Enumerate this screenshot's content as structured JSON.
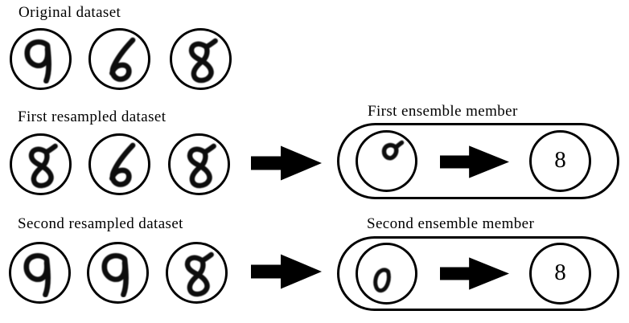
{
  "rows": [
    {
      "label": "Original dataset",
      "digits": [
        "9",
        "6",
        "8"
      ]
    },
    {
      "label": "First resampled dataset",
      "digits": [
        "8",
        "6",
        "8"
      ]
    },
    {
      "label": "Second resampled dataset",
      "digits": [
        "9",
        "9",
        "8"
      ]
    }
  ],
  "ensembles": [
    {
      "label": "First ensemble member",
      "input_glyph": "partial-8-top-loop",
      "output_label": "8"
    },
    {
      "label": "Second ensemble member",
      "input_glyph": "partial-8-bottom-loop",
      "output_label": "8"
    }
  ],
  "icons": {
    "arrow": "thick-right-arrow"
  },
  "colors": {
    "ink": "#000000",
    "background": "#ffffff"
  }
}
